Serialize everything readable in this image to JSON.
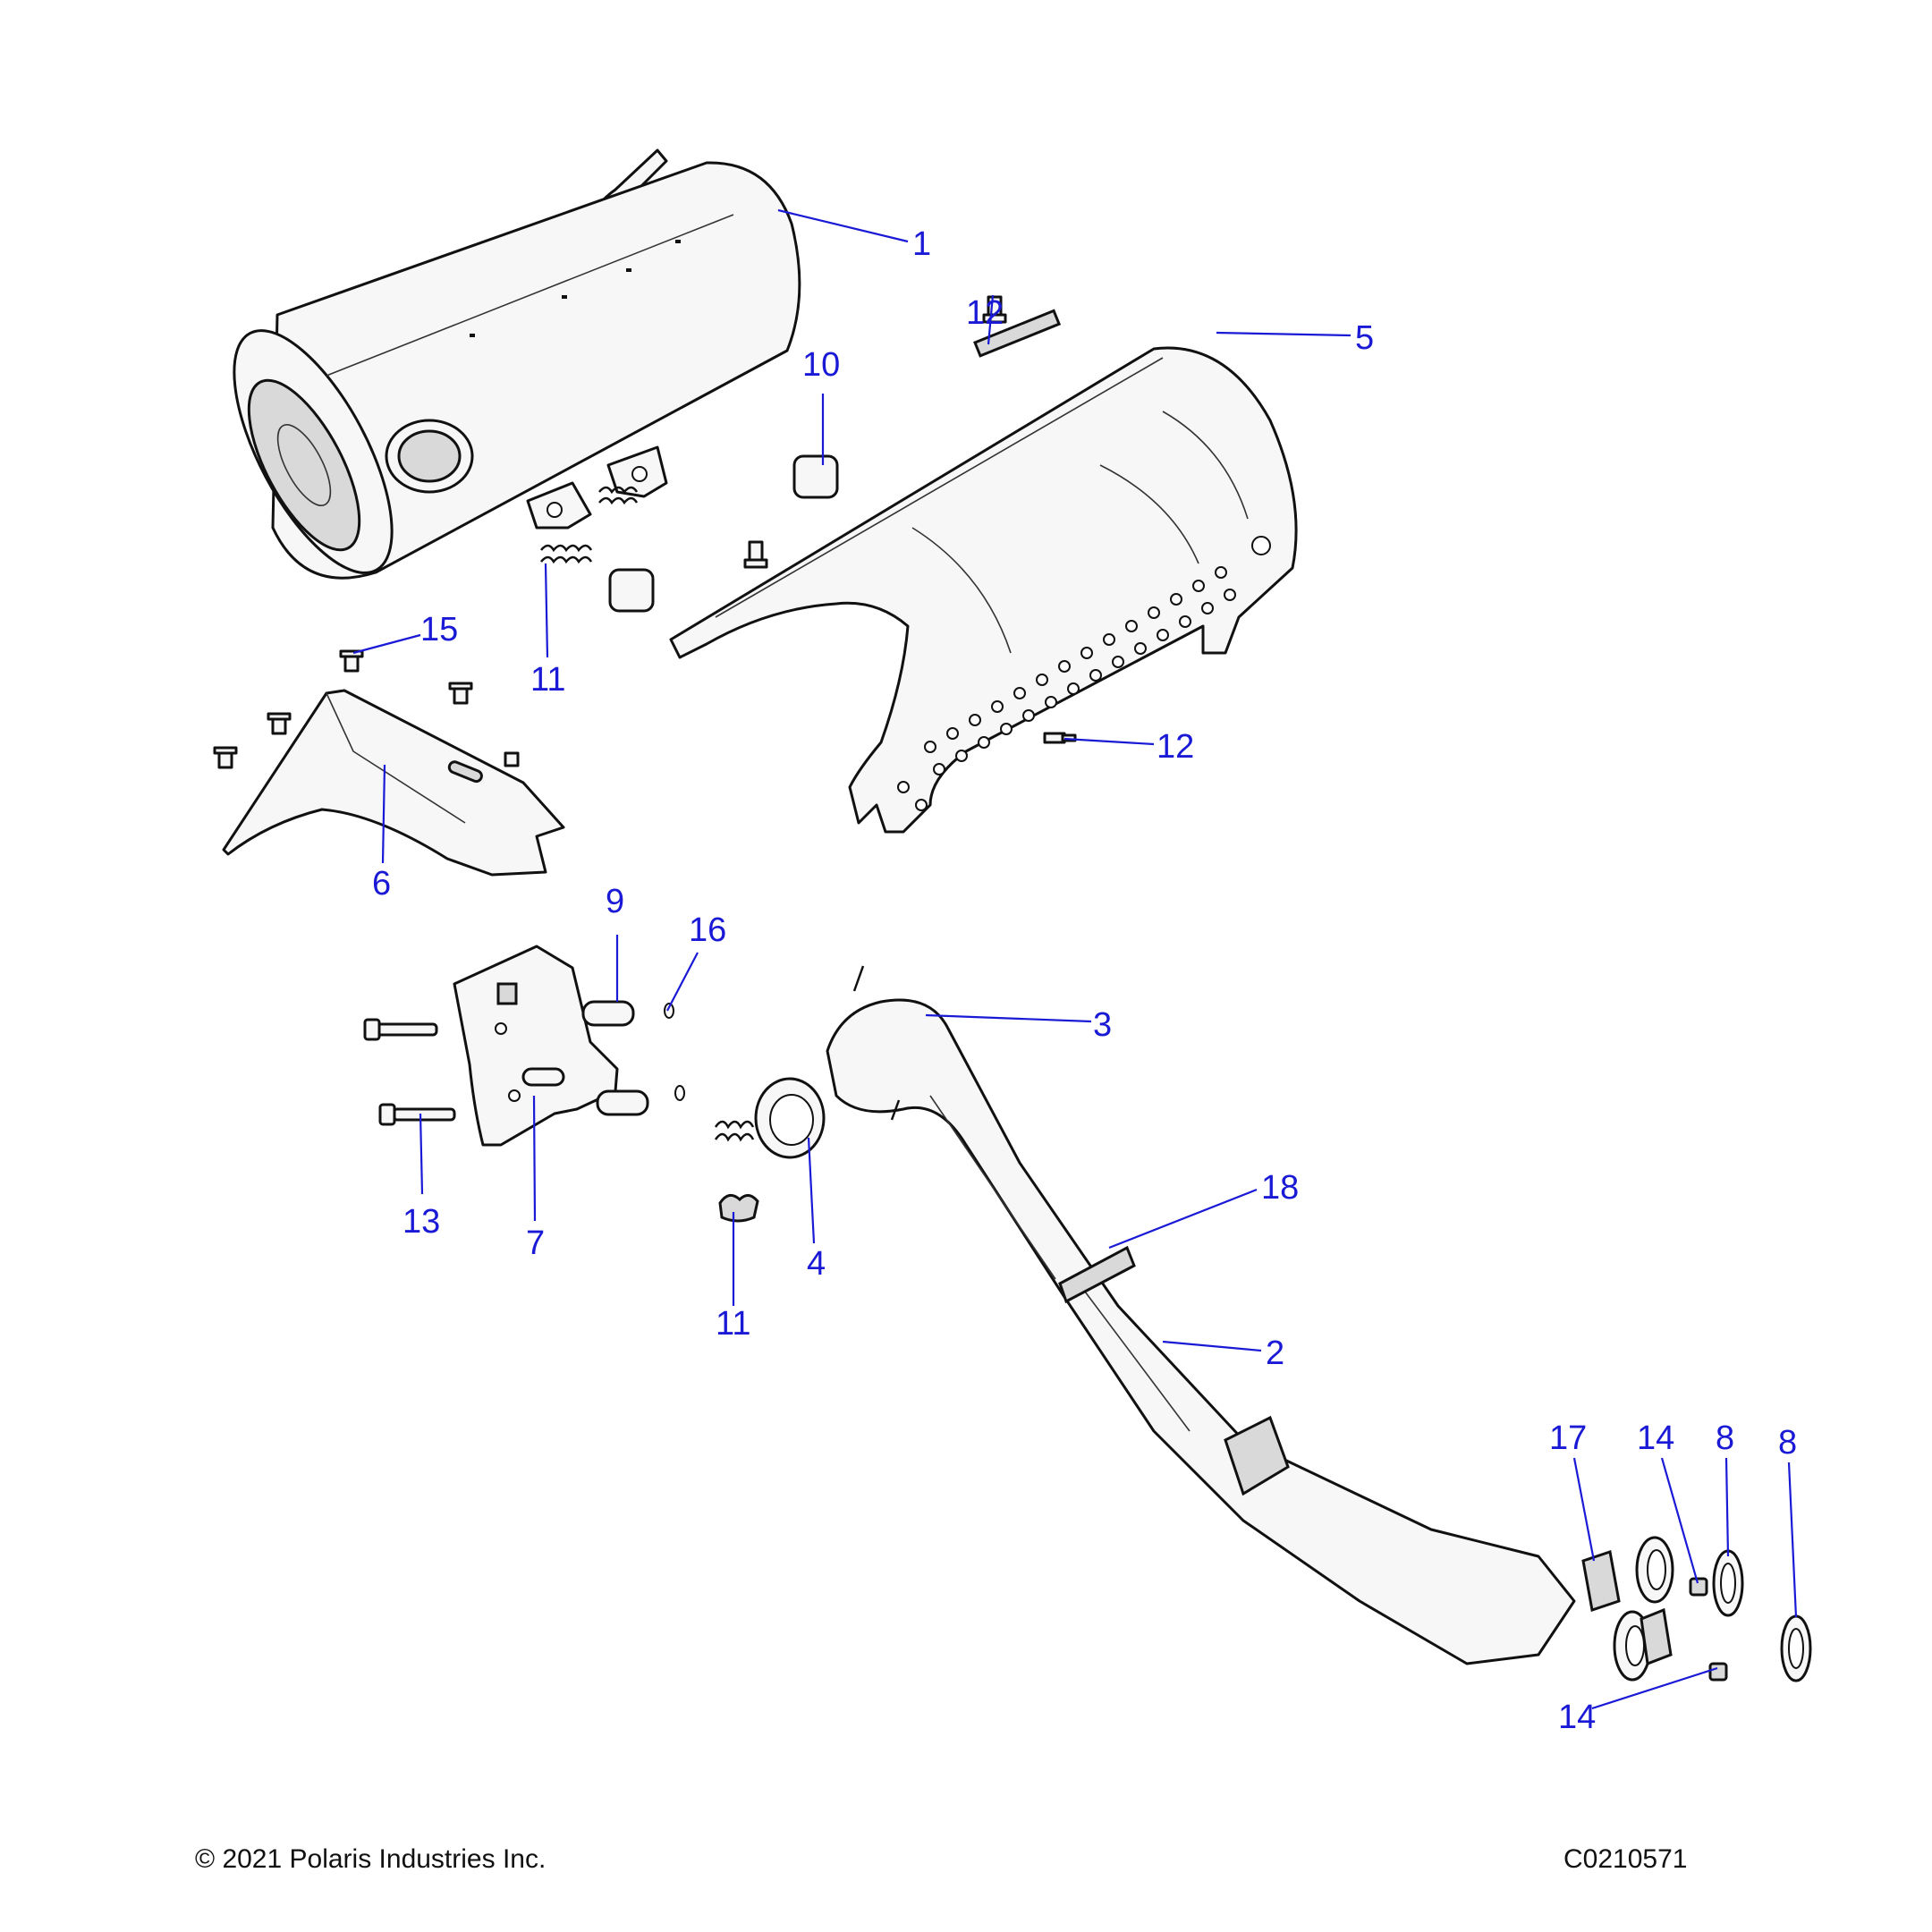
{
  "footer": {
    "copyright": "© 2021 Polaris Industries Inc.",
    "figure_id": "C0210571"
  },
  "callouts": {
    "c1": "1",
    "c2": "2",
    "c3": "3",
    "c4": "4",
    "c5": "5",
    "c6": "6",
    "c7": "7",
    "c8a": "8",
    "c8b": "8",
    "c9": "9",
    "c10": "10",
    "c11a": "11",
    "c11b": "11",
    "c12a": "12",
    "c12b": "12",
    "c13": "13",
    "c14a": "14",
    "c14b": "14",
    "c15": "15",
    "c16": "16",
    "c17": "17",
    "c18": "18"
  },
  "colors": {
    "callout": "#1a1ad6",
    "line": "#111111",
    "fill": "#f7f7f7"
  }
}
